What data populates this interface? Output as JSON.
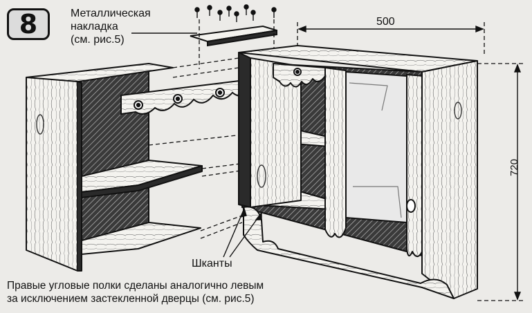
{
  "figure_number": "8",
  "labels": {
    "metal_plate": [
      "Металлическая",
      "накладка",
      "(см. рис.5)"
    ],
    "dowels": "Шканты",
    "caption": [
      "Правые угловые полки сделаны аналогично левым",
      "за исключением застекленной дверцы (см. рис.5)"
    ]
  },
  "dimensions": {
    "width": "500",
    "height": "720"
  },
  "colors": {
    "ink": "#111111",
    "paper": "#ecebe8",
    "wood": "#f3f2ee",
    "shadow": "#2a2a2a",
    "hatch": "#555555"
  }
}
